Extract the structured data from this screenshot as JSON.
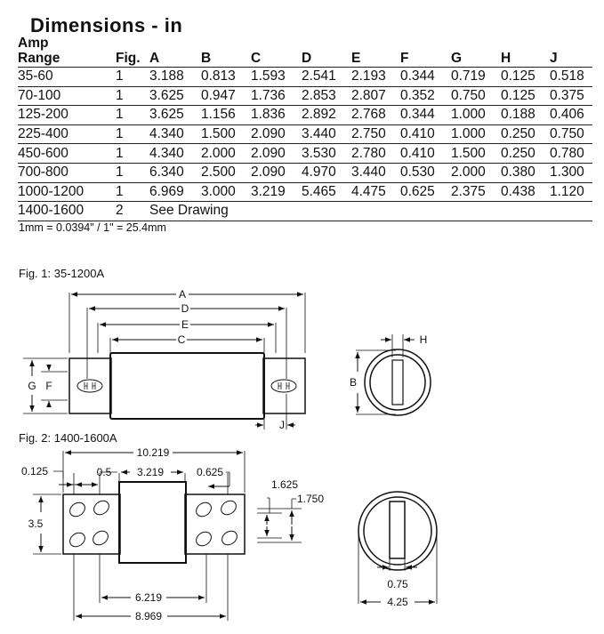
{
  "title": "Dimensions - in",
  "table": {
    "header_top": "Amp",
    "columns": [
      "Range",
      "Fig.",
      "A",
      "B",
      "C",
      "D",
      "E",
      "F",
      "G",
      "H",
      "J"
    ],
    "rows": [
      [
        "35-60",
        "1",
        "3.188",
        "0.813",
        "1.593",
        "2.541",
        "2.193",
        "0.344",
        "0.719",
        "0.125",
        "0.518"
      ],
      [
        "70-100",
        "1",
        "3.625",
        "0.947",
        "1.736",
        "2.853",
        "2.807",
        "0.352",
        "0.750",
        "0.125",
        "0.375"
      ],
      [
        "125-200",
        "1",
        "3.625",
        "1.156",
        "1.836",
        "2.892",
        "2.768",
        "0.344",
        "1.000",
        "0.188",
        "0.406"
      ],
      [
        "225-400",
        "1",
        "4.340",
        "1.500",
        "2.090",
        "3.440",
        "2.750",
        "0.410",
        "1.000",
        "0.250",
        "0.750"
      ],
      [
        "450-600",
        "1",
        "4.340",
        "2.000",
        "2.090",
        "3.530",
        "2.780",
        "0.410",
        "1.500",
        "0.250",
        "0.780"
      ],
      [
        "700-800",
        "1",
        "6.340",
        "2.500",
        "2.090",
        "4.970",
        "3.440",
        "0.530",
        "2.000",
        "0.380",
        "1.300"
      ],
      [
        "1000-1200",
        "1",
        "6.969",
        "3.000",
        "3.219",
        "5.465",
        "4.475",
        "0.625",
        "2.375",
        "0.438",
        "1.120"
      ]
    ],
    "last_row": {
      "range": "1400-1600",
      "fig": "2",
      "note": "See Drawing"
    }
  },
  "conversion": "1mm = 0.0394\" / 1\" = 25.4mm",
  "fig1": {
    "caption": "Fig. 1: 35-1200A",
    "labels": {
      "A": "A",
      "D": "D",
      "E": "E",
      "C": "C",
      "G": "G",
      "F": "F",
      "J": "J",
      "B": "B",
      "H": "H"
    }
  },
  "fig2": {
    "caption": "Fig. 2: 1400-1600A",
    "labels": {
      "overall": "10.219",
      "left_offset": "0.125",
      "slot_gap": "0.5",
      "body": "3.219",
      "tab": "0.625",
      "height": "3.5",
      "h1": "1.625",
      "h2": "1.750",
      "inner": "6.219",
      "span": "8.969",
      "slot": "0.75",
      "dia": "4.25"
    }
  }
}
